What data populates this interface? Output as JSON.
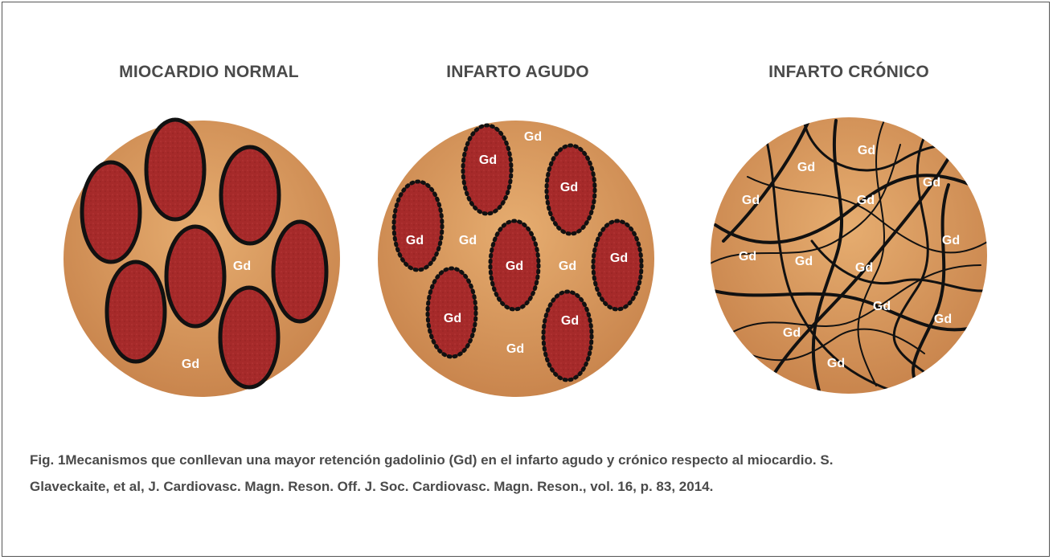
{
  "panels": [
    {
      "title": "MIOCARDIO NORMAL"
    },
    {
      "title": "INFARTO AGUDO"
    },
    {
      "title": "INFARTO CRÓNICO"
    }
  ],
  "gd_label": "Gd",
  "caption": {
    "line1": "Fig. 1Mecanismos que conllevan una mayor retención gadolinio (Gd) en el infarto agudo y crónico respecto al miocardio. S.",
    "line2": "Glaveckaite, et al, J. Cardiovasc. Magn. Reson. Off. J. Soc. Cardiovasc. Magn. Reson., vol. 16, p. 83, 2014."
  },
  "colors": {
    "tissue_light": "#e2a86a",
    "tissue_dark": "#c8834c",
    "cell": "#a52a2a",
    "outline": "#111111",
    "label": "#ffffff"
  }
}
